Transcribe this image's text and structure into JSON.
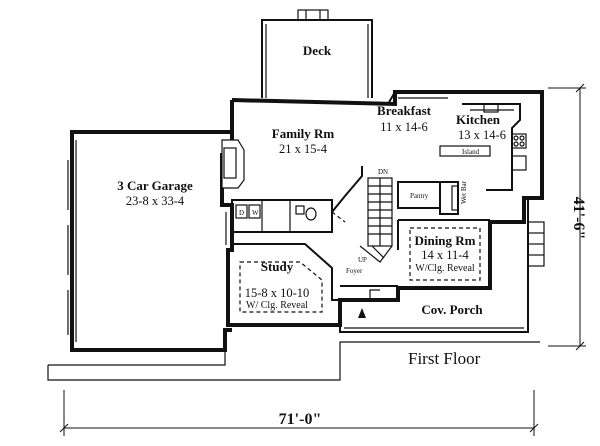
{
  "rooms": {
    "deck": {
      "name": "Deck"
    },
    "breakfast": {
      "name": "Breakfast",
      "size": "11 x 14-6"
    },
    "kitchen": {
      "name": "Kitchen",
      "size": "13 x 14-6"
    },
    "family": {
      "name": "Family Rm",
      "size": "21 x 15-4"
    },
    "garage": {
      "name": "3 Car Garage",
      "size": "23-8 x 33-4"
    },
    "dining": {
      "name": "Dining Rm",
      "size": "14 x 11-4",
      "note": "W/Clg. Reveal"
    },
    "study": {
      "name": "Study",
      "size": "15-8 x 10-10",
      "note": "W/ Clg. Reveal"
    },
    "porch": {
      "name": "Cov. Porch"
    }
  },
  "labels": {
    "island": "Island",
    "pantry": "Pantry",
    "wet_bar": "Wet Bar",
    "foyer": "Foyer",
    "up": "UP",
    "dn": "DN",
    "dryer": "D",
    "washer": "W"
  },
  "dimensions": {
    "width": "71'-0\"",
    "depth": "41'-6\""
  },
  "floor_label": "First Floor"
}
